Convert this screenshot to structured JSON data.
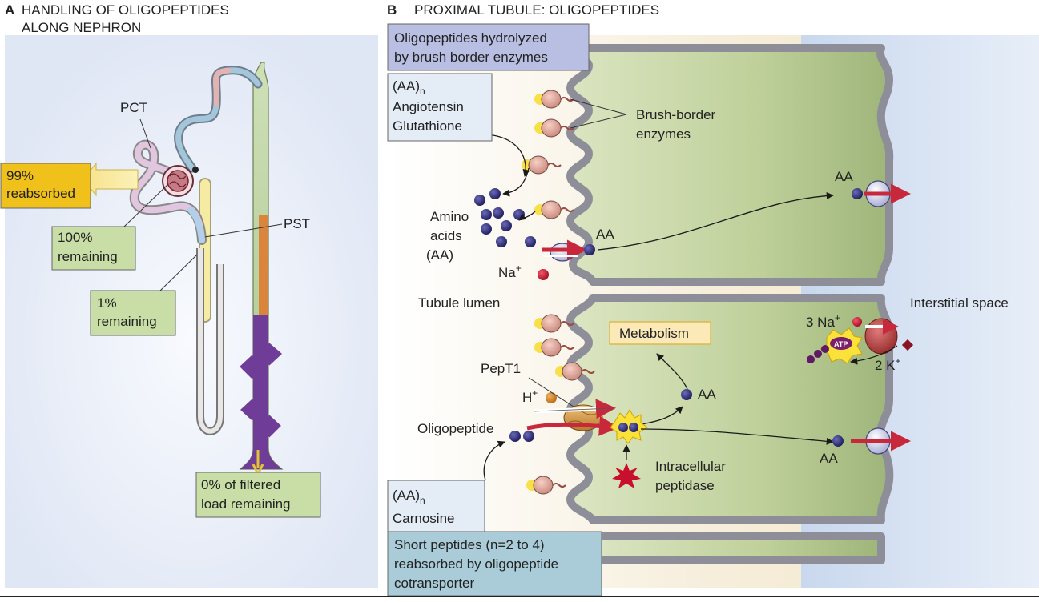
{
  "panel_a": {
    "letter": "A",
    "title_line1": "HANDLING OF OLIGOPEPTIDES",
    "title_line2": "ALONG NEPHRON",
    "pct_label": "PCT",
    "pst_label": "PST",
    "reabsorbed_line1": "99%",
    "reabsorbed_line2": "reabsorbed",
    "remaining100_line1": "100%",
    "remaining100_line2": "remaining",
    "remaining1_line1": "1%",
    "remaining1_line2": "remaining",
    "filtered_line1": "0% of filtered",
    "filtered_line2": "load remaining"
  },
  "panel_b": {
    "letter": "B",
    "title": "PROXIMAL TUBULE: OLIGOPEPTIDES",
    "hydrolyzed_line1": "Oligopeptides hydrolyzed",
    "hydrolyzed_line2": "by brush border enzymes",
    "aan": "(AA)",
    "aan_sub": "n",
    "angiotensin": "Angiotensin",
    "glutathione": "Glutathione",
    "brush_border_line1": "Brush-border",
    "brush_border_line2": "enzymes",
    "amino_line1": "Amino",
    "amino_line2": "acids",
    "amino_line3": "(AA)",
    "aa": "AA",
    "na": "Na",
    "na_sup": "+",
    "tubule_lumen": "Tubule lumen",
    "interstitial_space": "Interstitial space",
    "metabolism": "Metabolism",
    "three_na": "3 Na",
    "two_k": "2 K",
    "atp": "ATP",
    "pept1": "PepT1",
    "h": "H",
    "h_sup": "+",
    "oligopeptide": "Oligopeptide",
    "intracellular_line1": "Intracellular",
    "intracellular_line2": "peptidase",
    "carnosine": "Carnosine",
    "short_line1": "Short peptides (n=2 to 4)",
    "short_line2": "reabsorbed by oligopeptide",
    "short_line3": "cotransporter"
  },
  "colors": {
    "label_green": "#c9dea6",
    "label_yellow": "#f1c11b",
    "label_lavender": "#b9bfe2",
    "label_lightblue": "#e4ecf6",
    "label_teal": "#a9ccd8",
    "cell_green": "#b7c98a",
    "lumen_tan": "#f5ecd6",
    "interstitial_blue": "#d8e4f4",
    "membrane_gray": "#8e8e98",
    "amino_acid_navy": "#2b2a78",
    "sodium_red": "#c8102e",
    "proton_orange": "#d98a2b",
    "potassium_maroon": "#8a1424",
    "enzyme_pink": "#e2a597",
    "pump_red": "#b03a3a",
    "atp_purple": "#7a1f6b",
    "arrow_red": "#c8283c",
    "metabolism_box": "#fbe9b8"
  }
}
